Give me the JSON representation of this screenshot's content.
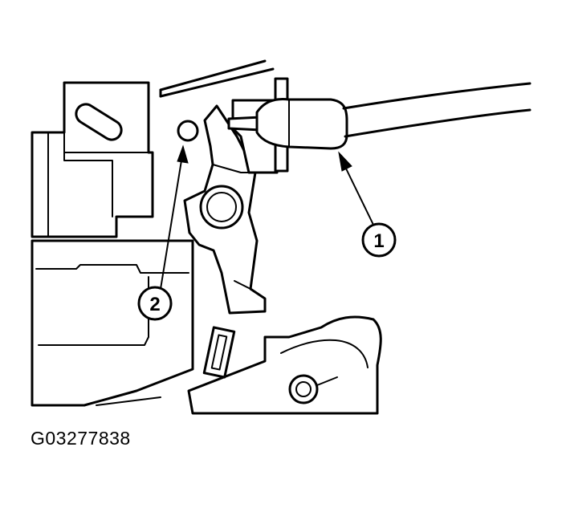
{
  "figure_id": "G03277838",
  "callouts": [
    {
      "label": "1"
    },
    {
      "label": "2"
    }
  ],
  "colors": {
    "line": "#000000",
    "background": "#ffffff"
  }
}
